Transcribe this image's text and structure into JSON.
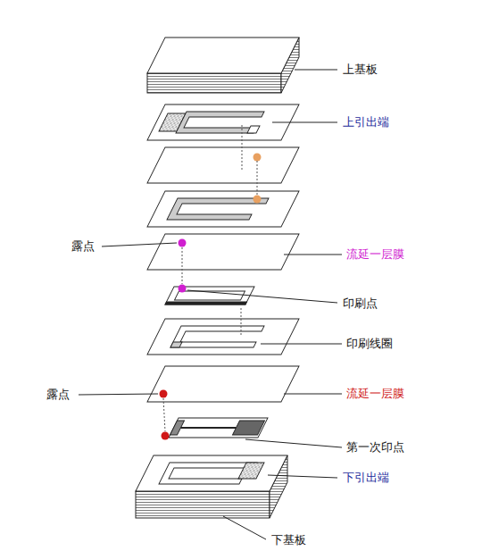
{
  "diagram": {
    "labels": [
      "上基板",
      "上引出端",
      "露点",
      "流延一层膜",
      "印刷点",
      "印刷线圈",
      "露点",
      "流延一层膜",
      "第一次印点",
      "下引出端",
      "下基板"
    ]
  }
}
